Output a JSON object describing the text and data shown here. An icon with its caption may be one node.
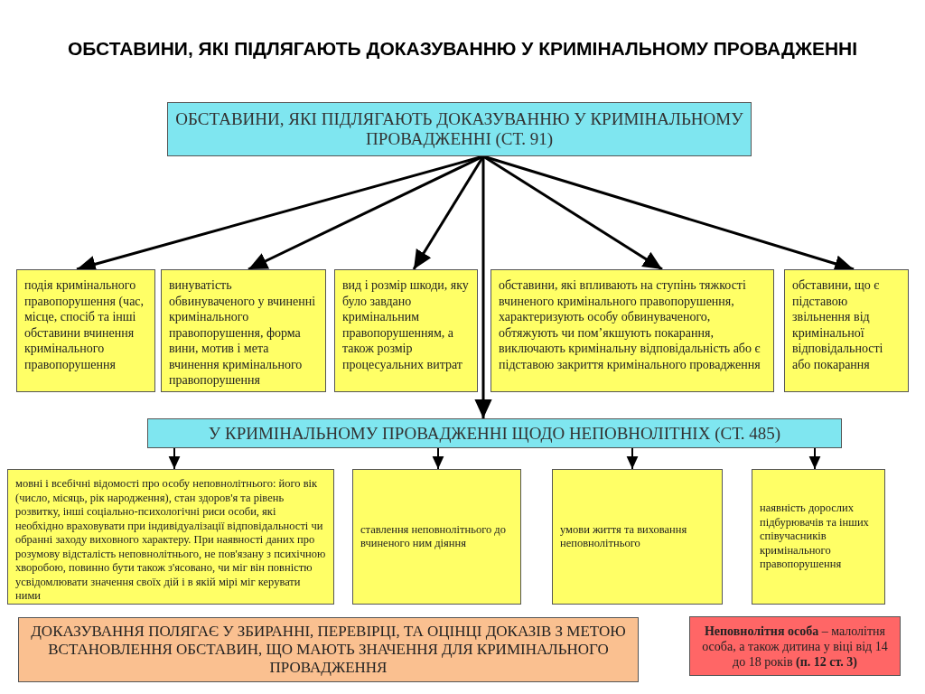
{
  "diagram": {
    "title": "ОБСТАВИНИ, ЯКІ ПІДЛЯГАЮТЬ ДОКАЗУВАННЮ У КРИМІНАЛЬНОМУ ПРОВАДЖЕННІ",
    "nodes": [
      {
        "text": [
          "ОБСТАВИНИ, ЯКІ ПІДЛЯГАЮТЬ ДОКАЗУВАННЮ У КРИМІНАЛЬНОМУ ПРОВАДЖЕННІ (СТ. 91)"
        ]
      },
      {
        "text": [
          "подія кримінального правопорушення (час, місце, спосіб та інші обставини вчинення кримінального правопорушення"
        ]
      },
      {
        "text": [
          "винуватість обвинуваченого у вчиненні кримінального правопорушення, форма вини, мотив і мета вчинення кримінального правопорушення"
        ]
      },
      {
        "text": [
          "вид і розмір шкоди, яку було завдано кримінальним правопорушенням, а також розмір процесуальних витрат"
        ]
      },
      {
        "text": [
          "обставини, які впливають на ступінь тяжкості вчиненого кримінального правопорушення, характеризують особу обвинуваченого, обтяжують чи пом’якшують покарання, виключають кримінальну відповідальність або є підставою закриття кримінального провадження"
        ]
      },
      {
        "text": [
          "обставини, що є підставою звільнення від кримінальної відповідальності або покарання"
        ]
      },
      {
        "text": [
          "У КРИМІНАЛЬНОМУ ПРОВАДЖЕННІ ЩОДО НЕПОВНОЛІТНІХ (СТ. 485)"
        ]
      },
      {
        "text": [
          "мовні і всебічні відомості про особу неповнолітнього: його вік (число, місяць, рік народження), стан здоров'я та рівень розвитку, інші соціально-психологічні риси особи, які необхідно враховувати при індивідуалізації відповідальності чи обранні заходу виховного характеру. При наявності даних про розумову відсталість неповнолітнього, не пов'язану з психічною хворобою, повинно бути також з'ясовано, чи міг він повністю усвідомлювати значення своїх дій і в якій мірі міг керувати ними"
        ]
      },
      {
        "text": [
          "ставлення неповнолітнього до вчиненого ним діяння"
        ]
      },
      {
        "text": [
          "умови життя та виховання неповнолітнього"
        ]
      },
      {
        "text": [
          "наявність дорослих підбурювачів та інших співучасників кримінального правопорушення"
        ]
      },
      {
        "text": [
          "ДОКАЗУВАННЯ ПОЛЯГАЄ У ЗБИРАННІ, ПЕРЕВІРЦІ, ТА ОЦІНЦІ ДОКАЗІВ З МЕТОЮ ВСТАНОВЛЕННЯ ОБСТАВИН, ЩО МАЮТЬ ЗНАЧЕННЯ ДЛЯ КРИМІНАЛЬНОГО ПРОВАДЖЕННЯ"
        ]
      },
      {
        "text": [
          "**Неповнолітня особа** – малолітня особа, а також дитина у віці від 14 до 18 років **(п. 12 ст. 3)**"
        ]
      }
    ],
    "edges": [
      {
        "from": 0,
        "to": 1,
        "arrow": "to"
      },
      {
        "from": 0,
        "to": 2,
        "arrow": "to"
      },
      {
        "from": 0,
        "to": 3,
        "arrow": "to"
      },
      {
        "from": 0,
        "to": 4,
        "arrow": "to"
      },
      {
        "from": 0,
        "to": 5,
        "arrow": "to"
      },
      {
        "from": 0,
        "to": 6,
        "arrow": "to"
      },
      {
        "from": 6,
        "to": 7,
        "arrow": "to"
      },
      {
        "from": 6,
        "to": 8,
        "arrow": "to"
      },
      {
        "from": 6,
        "to": 9,
        "arrow": "to"
      },
      {
        "from": 6,
        "to": 10,
        "arrow": "to"
      }
    ]
  }
}
